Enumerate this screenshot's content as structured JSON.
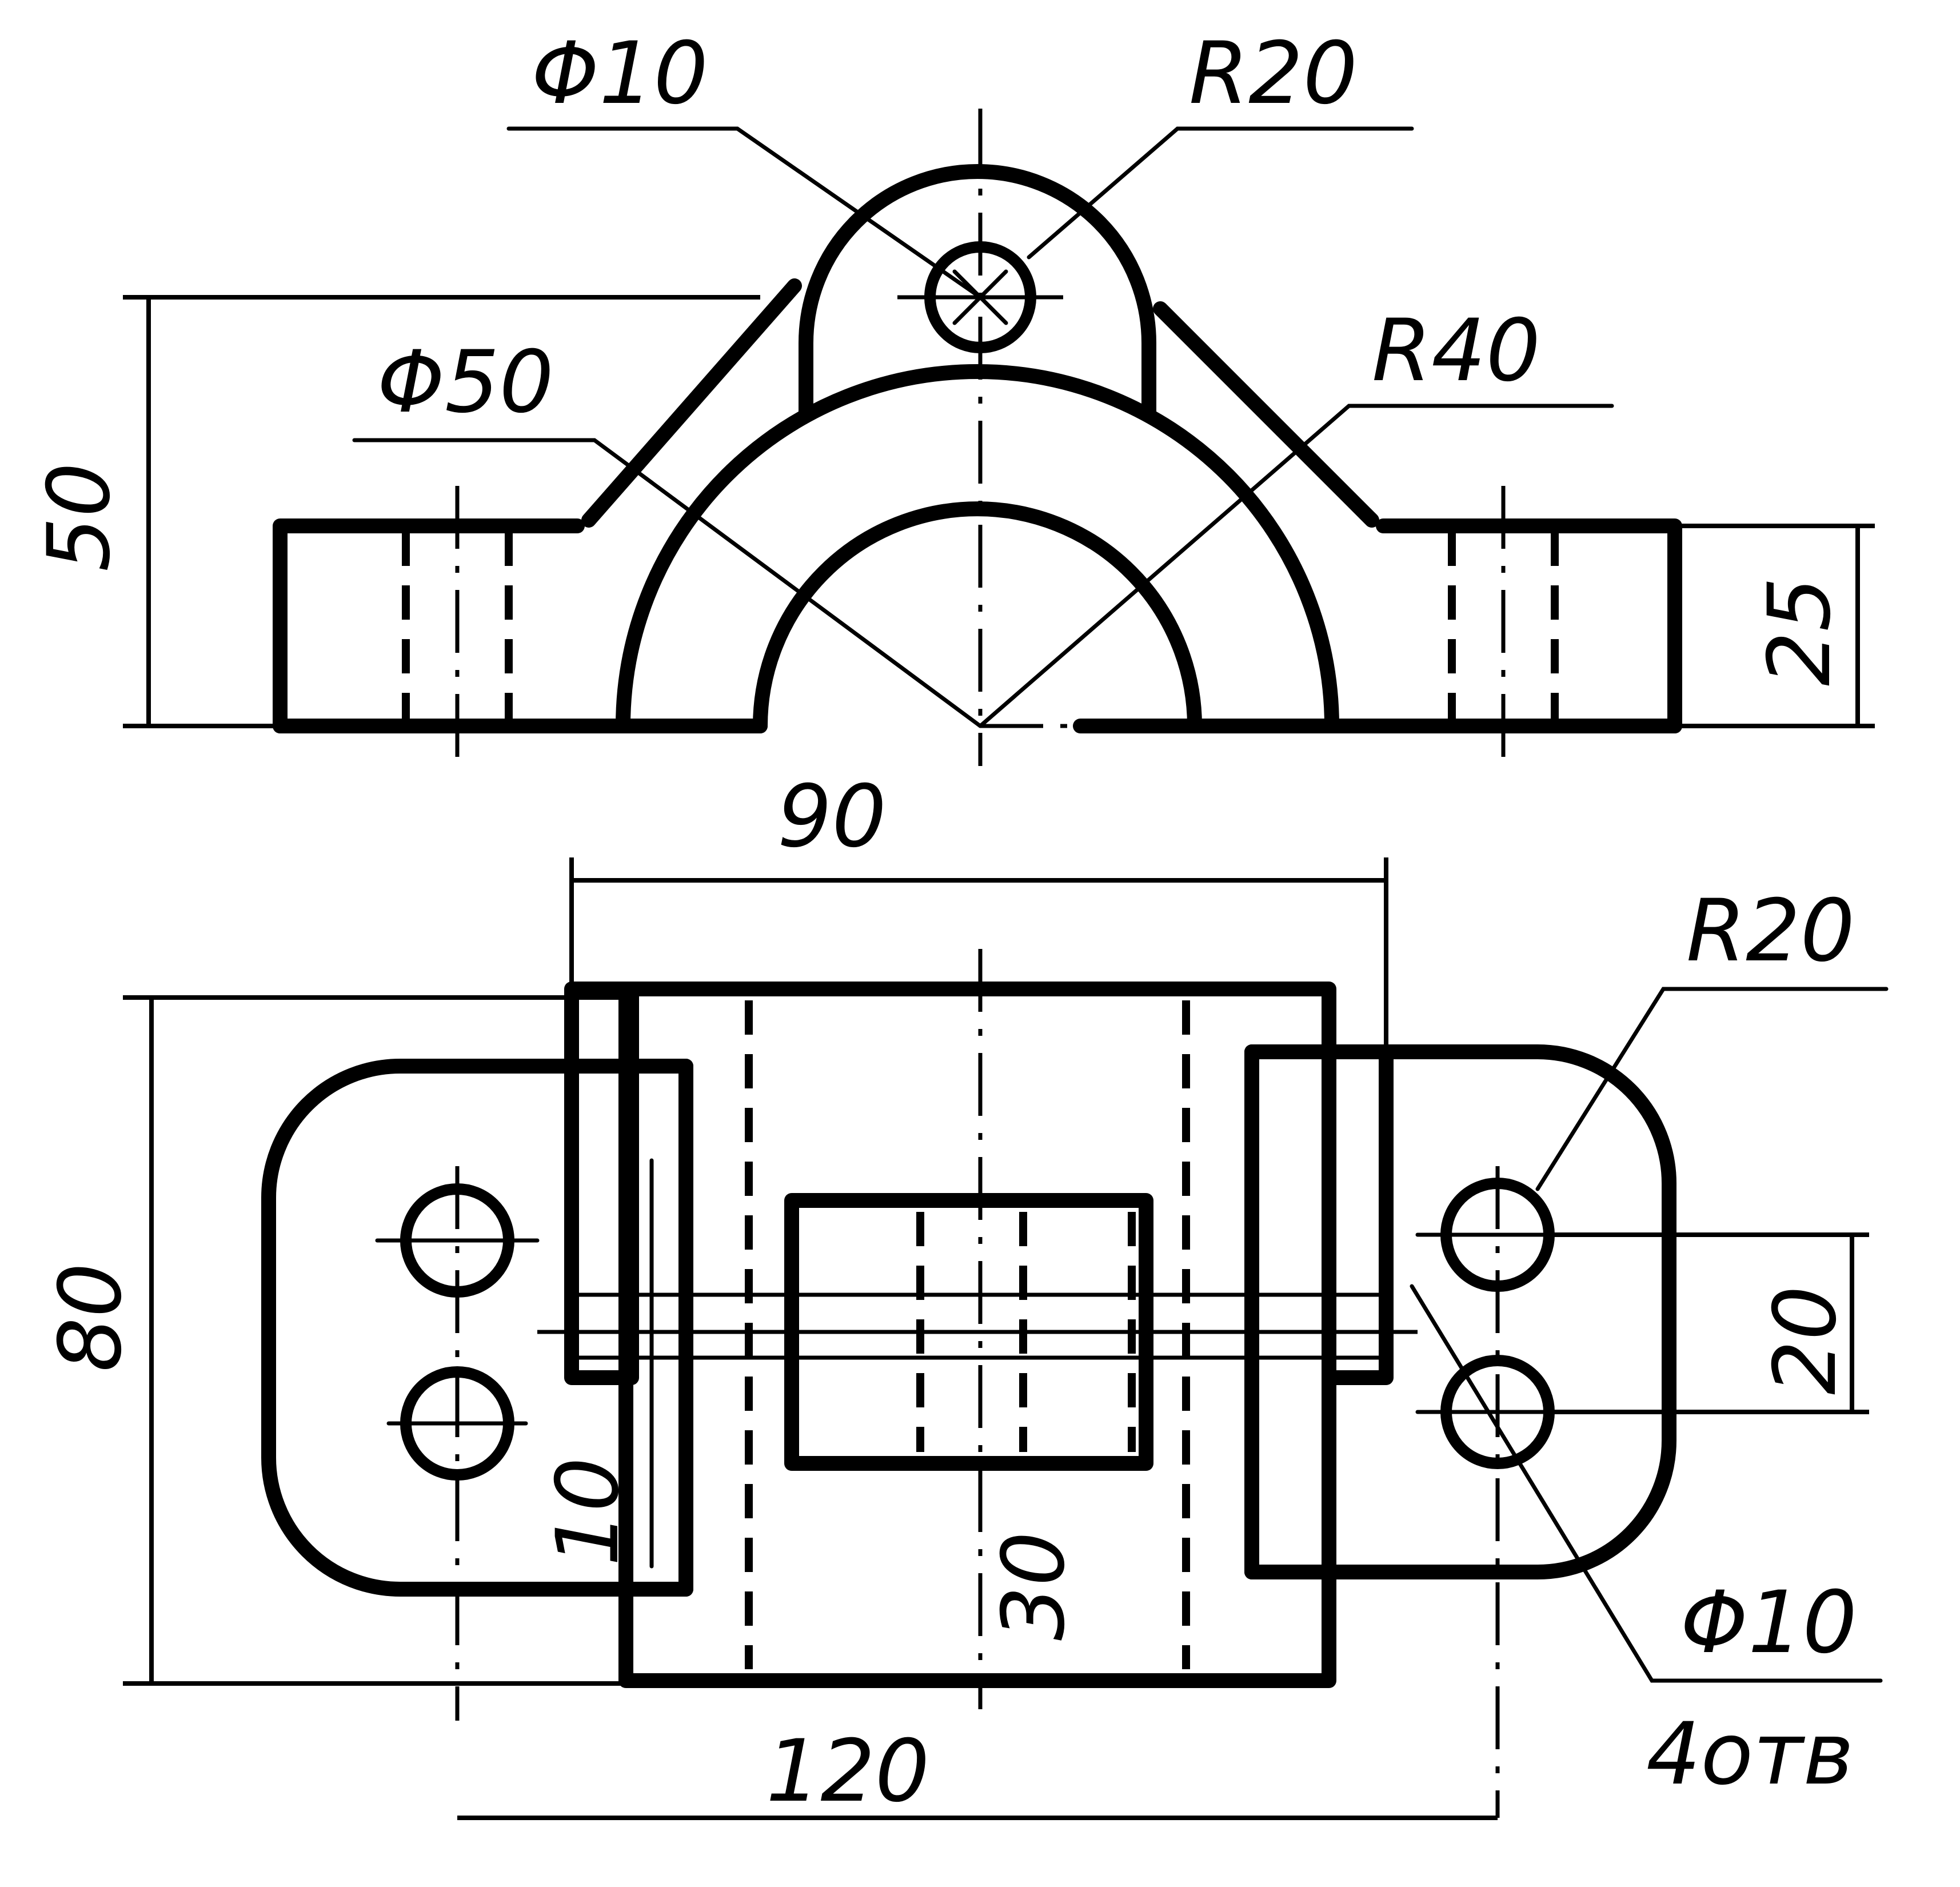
{
  "front_view": {
    "labels": {
      "hole_dia": "Φ10",
      "boss_radius": "R20",
      "bore_dia": "Φ50",
      "outer_radius": "R40",
      "overall_height": "50",
      "base_height": "25"
    }
  },
  "top_view": {
    "labels": {
      "hole_spacing": "90",
      "corner_radius": "R20",
      "overall_width": "80",
      "hole_pitch": "20",
      "slot_width": "10",
      "center_width": "30",
      "overall_length": "120",
      "holes_dia": "Φ10",
      "holes_count": "4отв"
    }
  }
}
